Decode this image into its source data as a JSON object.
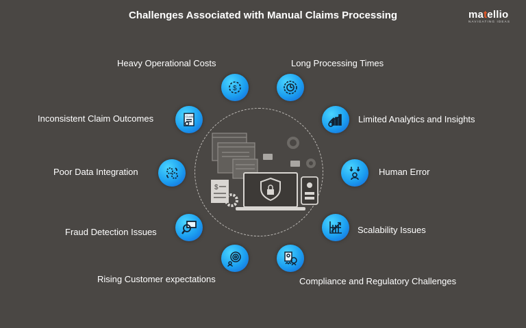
{
  "title": "Challenges Associated with Manual Claims Processing",
  "logo": {
    "brand": "matellio",
    "tagline": "NAVIGATING IDEAS"
  },
  "challenges": {
    "heavy_costs": "Heavy Operational Costs",
    "long_times": "Long Processing Times",
    "inconsistent": "Inconsistent Claim Outcomes",
    "analytics": "Limited Analytics and Insights",
    "data_integration": "Poor Data Integration",
    "human_error": "Human Error",
    "fraud": "Fraud Detection Issues",
    "scalability": "Scalability Issues",
    "customer": "Rising Customer expectations",
    "compliance": "Compliance and Regulatory Challenges"
  },
  "claim_doc_text": "CLAIM",
  "colors": {
    "background": "#4a4744",
    "accent_blue": "#1c9ff0",
    "brand_orange": "#f05a28"
  },
  "icons": [
    "gear-dollar-icon",
    "clock-gear-icon",
    "claim-document-icon",
    "analytics-chart-icon",
    "data-gears-icon",
    "error-person-icon",
    "fraud-magnifier-icon",
    "scalability-chart-icon",
    "customer-fingerprint-icon",
    "compliance-badge-icon"
  ]
}
